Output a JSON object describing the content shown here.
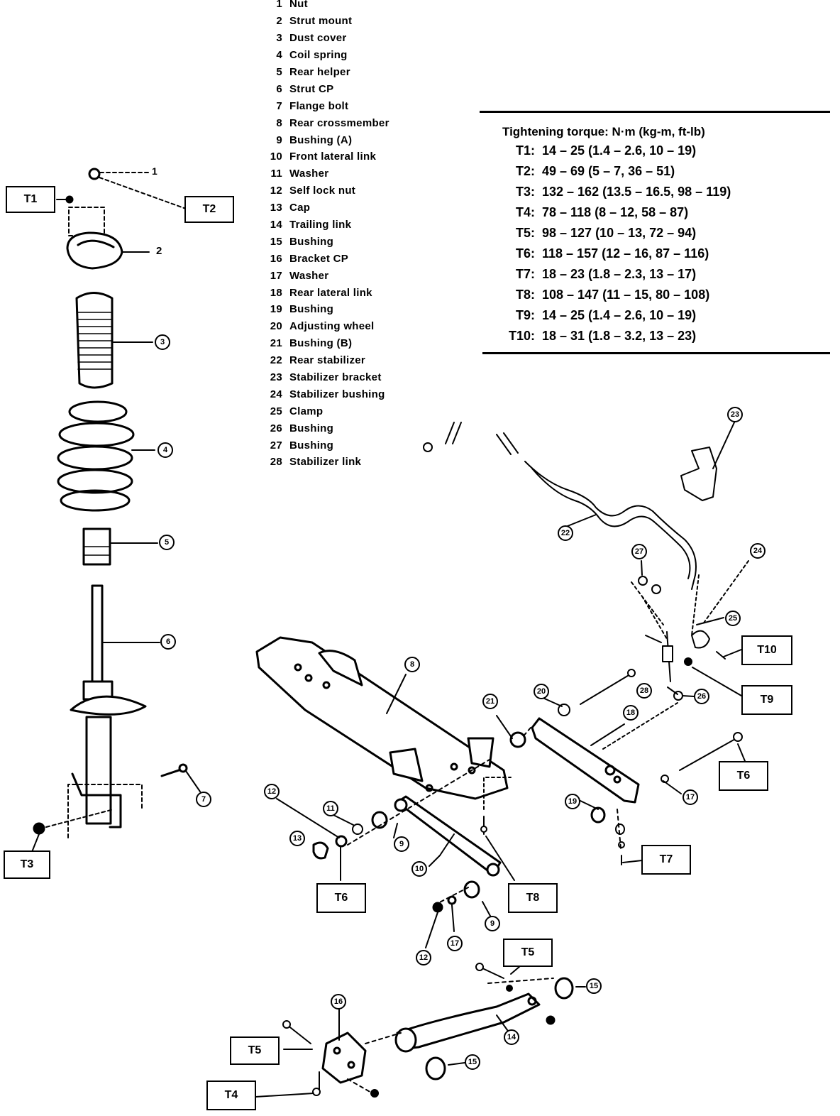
{
  "legend": [
    {
      "num": "1",
      "label": "Nut"
    },
    {
      "num": "2",
      "label": "Strut mount"
    },
    {
      "num": "3",
      "label": "Dust cover"
    },
    {
      "num": "4",
      "label": "Coil spring"
    },
    {
      "num": "5",
      "label": "Rear helper"
    },
    {
      "num": "6",
      "label": "Strut CP"
    },
    {
      "num": "7",
      "label": "Flange bolt"
    },
    {
      "num": "8",
      "label": "Rear crossmember"
    },
    {
      "num": "9",
      "label": "Bushing (A)"
    },
    {
      "num": "10",
      "label": "Front lateral link"
    },
    {
      "num": "11",
      "label": "Washer"
    },
    {
      "num": "12",
      "label": "Self lock nut"
    },
    {
      "num": "13",
      "label": "Cap"
    },
    {
      "num": "14",
      "label": "Trailing link"
    },
    {
      "num": "15",
      "label": "Bushing"
    },
    {
      "num": "16",
      "label": "Bracket CP"
    },
    {
      "num": "17",
      "label": "Washer"
    },
    {
      "num": "18",
      "label": "Rear lateral link"
    },
    {
      "num": "19",
      "label": "Bushing"
    },
    {
      "num": "20",
      "label": "Adjusting wheel"
    },
    {
      "num": "21",
      "label": "Bushing (B)"
    },
    {
      "num": "22",
      "label": "Rear stabilizer"
    },
    {
      "num": "23",
      "label": "Stabilizer bracket"
    },
    {
      "num": "24",
      "label": "Stabilizer bushing"
    },
    {
      "num": "25",
      "label": "Clamp"
    },
    {
      "num": "26",
      "label": "Bushing"
    },
    {
      "num": "27",
      "label": "Bushing"
    },
    {
      "num": "28",
      "label": "Stabilizer link"
    }
  ],
  "torque": {
    "title": "Tightening torque:  N·m (kg-m, ft-lb)",
    "rows": [
      {
        "key": "T1:",
        "value": "14 – 25 (1.4 – 2.6, 10 – 19)"
      },
      {
        "key": "T2:",
        "value": "49 – 69 (5 – 7, 36 – 51)"
      },
      {
        "key": "T3:",
        "value": "132 – 162 (13.5 – 16.5, 98 – 119)"
      },
      {
        "key": "T4:",
        "value": "78 – 118 (8 – 12, 58 – 87)"
      },
      {
        "key": "T5:",
        "value": "98 – 127 (10 – 13, 72 – 94)"
      },
      {
        "key": "T6:",
        "value": "118 – 157 (12 – 16, 87 – 116)"
      },
      {
        "key": "T7:",
        "value": "18 – 23 (1.8 – 2.3, 13 – 17)"
      },
      {
        "key": "T8:",
        "value": "108 – 147 (11 – 15, 80 – 108)"
      },
      {
        "key": "T9:",
        "value": "14 – 25 (1.4 – 2.6, 10 – 19)"
      },
      {
        "key": "T10:",
        "value": "18 – 31 (1.8 – 3.2, 13 – 23)"
      }
    ]
  },
  "torque_labels": [
    "T1",
    "T2",
    "T3",
    "T6",
    "T8",
    "T7",
    "T6",
    "T9",
    "T10",
    "T5",
    "T5",
    "T4"
  ],
  "callouts": [
    "1",
    "2",
    "3",
    "4",
    "5",
    "6",
    "7",
    "8",
    "9",
    "10",
    "11",
    "12",
    "13",
    "14",
    "15",
    "16",
    "17",
    "18",
    "19",
    "20",
    "21",
    "22",
    "23",
    "24",
    "25",
    "26",
    "27",
    "28",
    "9",
    "12",
    "15",
    "17"
  ]
}
